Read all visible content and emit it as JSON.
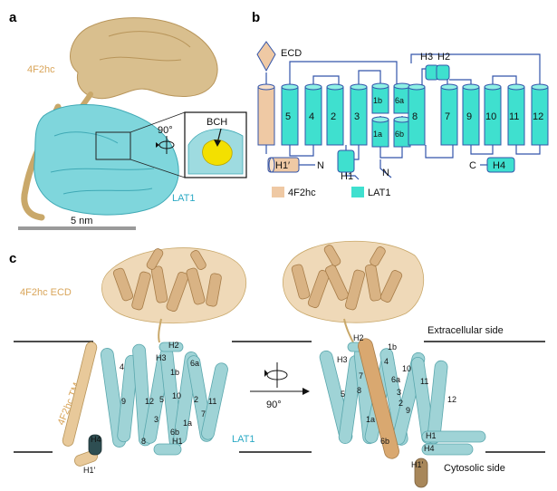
{
  "colors": {
    "heavy": "#d9bf8e",
    "heavy_dark": "#b8955a",
    "light": "#7fd6dc",
    "light_dark": "#3fa9b5",
    "topo_heavy": "#efc9a4",
    "topo_light": "#3fe0cf",
    "loop": "#3355aa",
    "bch": "#f3e000",
    "label_cyan": "#2aa9c4",
    "label_tan": "#d9a55a"
  },
  "panels": {
    "a": "a",
    "b": "b",
    "c": "c"
  },
  "panel_a": {
    "heavy_label": "4F2hc",
    "light_label": "LAT1",
    "rotation": "90°",
    "ligand": "BCH",
    "scale": "5 nm"
  },
  "panel_b": {
    "ecd": "ECD",
    "h1prime": "H1′",
    "n_term": "N",
    "h1": "H1",
    "n_term_light": "N",
    "c_term": "C",
    "h3": "H3",
    "h2": "H2",
    "h4": "H4",
    "helices": [
      "5",
      "4",
      "2",
      "3",
      "1b",
      "6a",
      "1a",
      "6b",
      "8",
      "7",
      "9",
      "10",
      "11",
      "12"
    ],
    "legend": [
      {
        "label": "4F2hc",
        "color": "#efc9a4"
      },
      {
        "label": "LAT1",
        "color": "#3fe0cf"
      }
    ]
  },
  "panel_c": {
    "ecd_label": "4F2hc ECD",
    "tm_label": "4F2hc TM",
    "lat1_label": "LAT1",
    "extracellular": "Extracellular side",
    "cytosolic": "Cytosolic side",
    "rotation": "90°",
    "left_labels": [
      "H2",
      "H3",
      "4",
      "6a",
      "1b",
      "9",
      "12",
      "5",
      "10",
      "2",
      "11",
      "3",
      "7",
      "1a",
      "6b",
      "H1",
      "H4",
      "8",
      "H1′"
    ],
    "right_labels": [
      "H2",
      "1b",
      "H3",
      "4",
      "10",
      "7",
      "6a",
      "5",
      "8",
      "3",
      "11",
      "2",
      "9",
      "12",
      "1a",
      "H1",
      "H4",
      "6b",
      "H1′"
    ]
  }
}
